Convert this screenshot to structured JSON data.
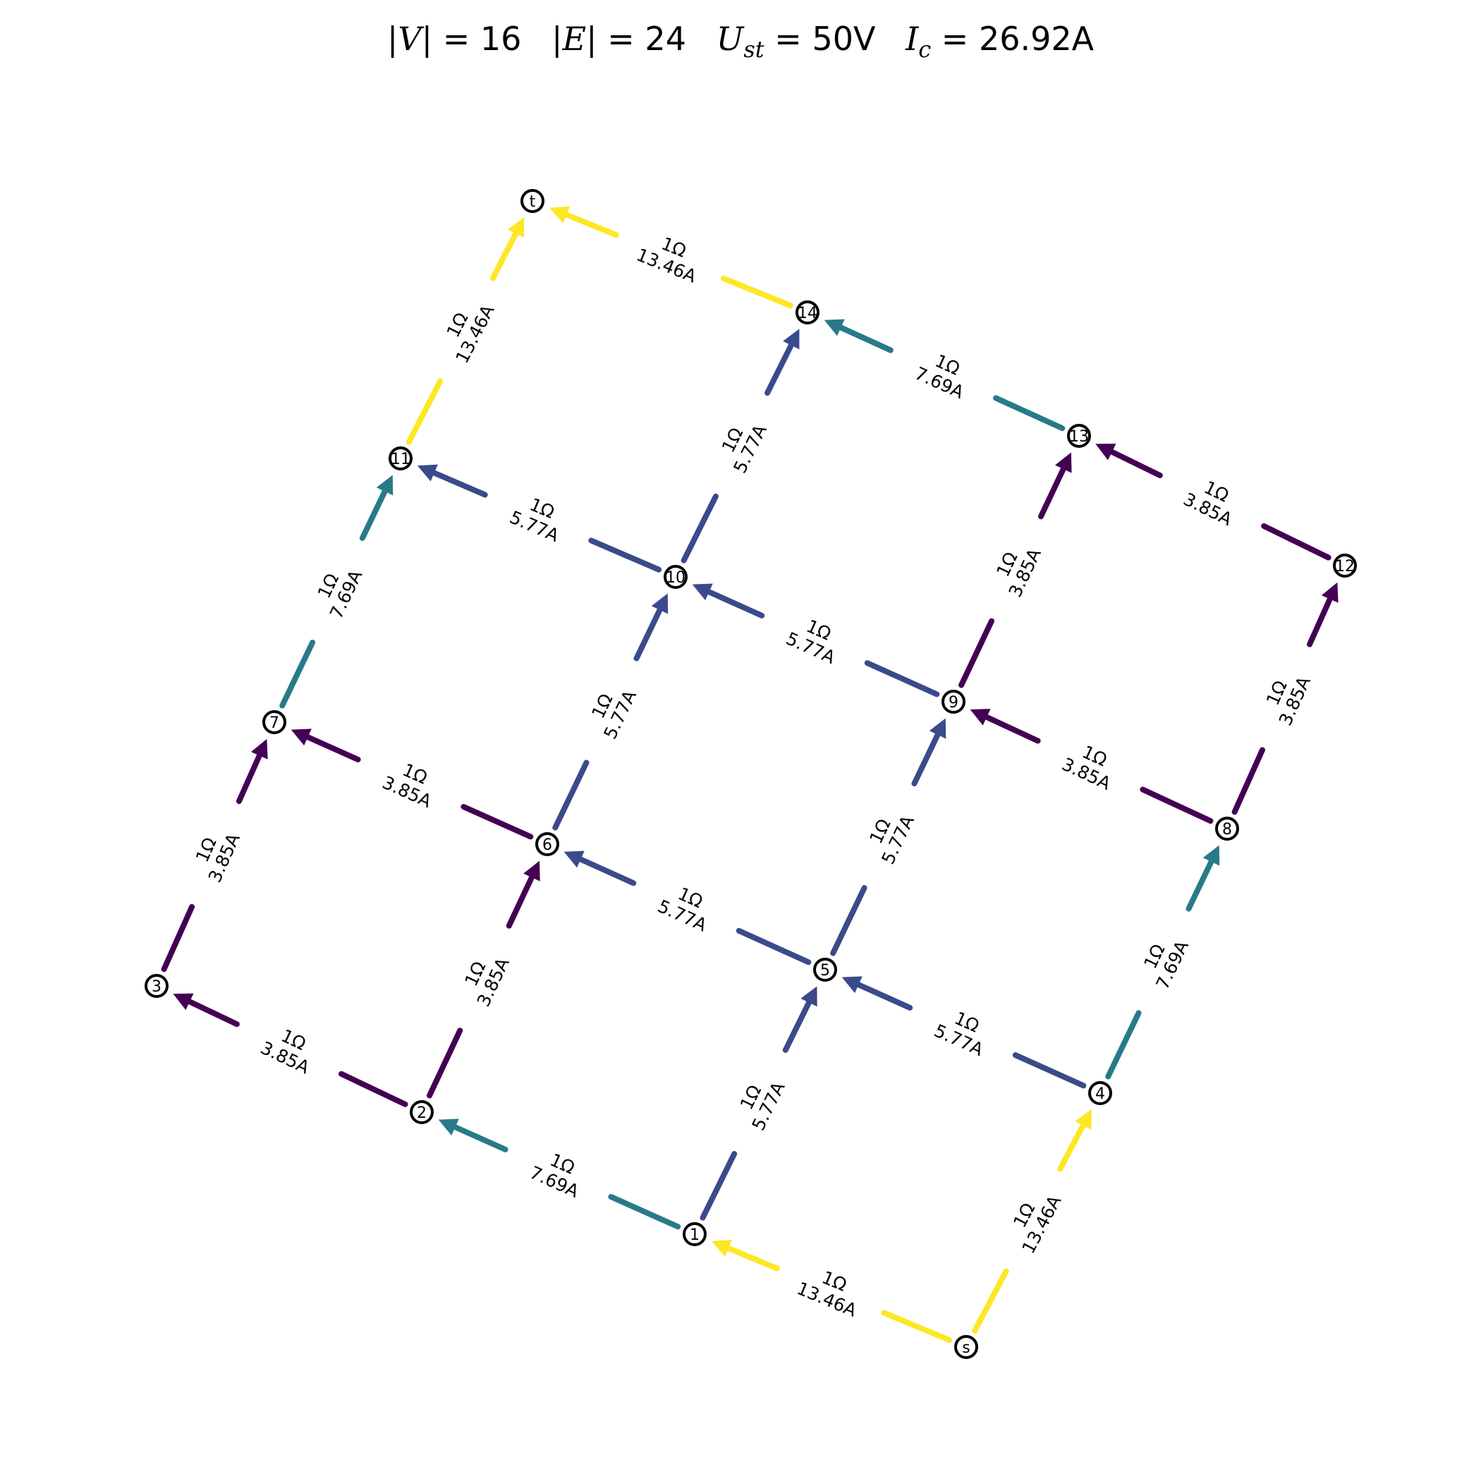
{
  "title": {
    "v_label": "|V|",
    "v_value": "16",
    "e_label": "|E|",
    "e_value": "24",
    "u_label": "U",
    "u_sub": "st",
    "u_value": "50V",
    "i_label": "I",
    "i_sub": "c",
    "i_value": "26.92A"
  },
  "colors": {
    "3.85A": "#440154",
    "5.77A": "#3b4a8a",
    "7.69A": "#287a8a",
    "13.46A": "#fde725"
  },
  "nodes": [
    {
      "id": "s",
      "label": "s"
    },
    {
      "id": "1",
      "label": "1"
    },
    {
      "id": "2",
      "label": "2"
    },
    {
      "id": "3",
      "label": "3"
    },
    {
      "id": "4",
      "label": "4"
    },
    {
      "id": "5",
      "label": "5"
    },
    {
      "id": "6",
      "label": "6"
    },
    {
      "id": "7",
      "label": "7"
    },
    {
      "id": "8",
      "label": "8"
    },
    {
      "id": "9",
      "label": "9"
    },
    {
      "id": "10",
      "label": "10"
    },
    {
      "id": "11",
      "label": "11"
    },
    {
      "id": "12",
      "label": "12"
    },
    {
      "id": "13",
      "label": "13"
    },
    {
      "id": "14",
      "label": "14"
    },
    {
      "id": "t",
      "label": "t"
    }
  ],
  "edges": [
    {
      "from": "s",
      "to": "1",
      "resistance": "1Ω",
      "current": "13.46A"
    },
    {
      "from": "s",
      "to": "4",
      "resistance": "1Ω",
      "current": "13.46A"
    },
    {
      "from": "1",
      "to": "2",
      "resistance": "1Ω",
      "current": "7.69A"
    },
    {
      "from": "1",
      "to": "5",
      "resistance": "1Ω",
      "current": "5.77A"
    },
    {
      "from": "2",
      "to": "3",
      "resistance": "1Ω",
      "current": "3.85A"
    },
    {
      "from": "2",
      "to": "6",
      "resistance": "1Ω",
      "current": "3.85A"
    },
    {
      "from": "3",
      "to": "7",
      "resistance": "1Ω",
      "current": "3.85A"
    },
    {
      "from": "4",
      "to": "5",
      "resistance": "1Ω",
      "current": "5.77A"
    },
    {
      "from": "4",
      "to": "8",
      "resistance": "1Ω",
      "current": "7.69A"
    },
    {
      "from": "5",
      "to": "6",
      "resistance": "1Ω",
      "current": "5.77A"
    },
    {
      "from": "5",
      "to": "9",
      "resistance": "1Ω",
      "current": "5.77A"
    },
    {
      "from": "6",
      "to": "7",
      "resistance": "1Ω",
      "current": "3.85A"
    },
    {
      "from": "6",
      "to": "10",
      "resistance": "1Ω",
      "current": "5.77A"
    },
    {
      "from": "7",
      "to": "11",
      "resistance": "1Ω",
      "current": "7.69A"
    },
    {
      "from": "8",
      "to": "9",
      "resistance": "1Ω",
      "current": "3.85A"
    },
    {
      "from": "8",
      "to": "12",
      "resistance": "1Ω",
      "current": "3.85A"
    },
    {
      "from": "9",
      "to": "10",
      "resistance": "1Ω",
      "current": "5.77A"
    },
    {
      "from": "9",
      "to": "13",
      "resistance": "1Ω",
      "current": "3.85A"
    },
    {
      "from": "10",
      "to": "11",
      "resistance": "1Ω",
      "current": "5.77A"
    },
    {
      "from": "10",
      "to": "14",
      "resistance": "1Ω",
      "current": "5.77A"
    },
    {
      "from": "11",
      "to": "t",
      "resistance": "1Ω",
      "current": "13.46A"
    },
    {
      "from": "12",
      "to": "13",
      "resistance": "1Ω",
      "current": "3.85A"
    },
    {
      "from": "13",
      "to": "14",
      "resistance": "1Ω",
      "current": "7.69A"
    },
    {
      "from": "14",
      "to": "t",
      "resistance": "1Ω",
      "current": "13.46A"
    }
  ]
}
